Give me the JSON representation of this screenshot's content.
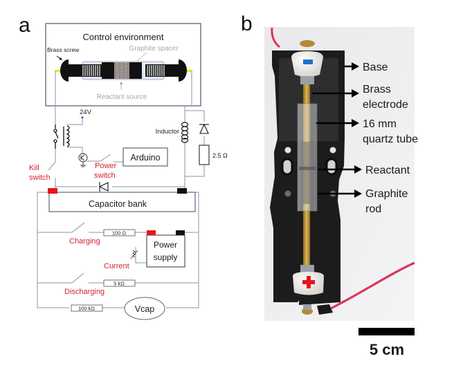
{
  "figure": {
    "panel_a": {
      "letter": "a",
      "control_environment": {
        "title": "Control environment",
        "brass_screw": "Brass screw",
        "graphite_spacer": "Graphite spacer",
        "reactant_source": "Reactant source"
      },
      "circuit": {
        "supply_voltage": "24V",
        "inductor": "Inductor",
        "resistor_diode": "2.5 Ω",
        "arduino": "Arduino",
        "kill_switch_line1": "Kill",
        "kill_switch_line2": "switch",
        "power_switch_line1": "Power",
        "power_switch_line2": "switch",
        "capacitor_bank": "Capacitor bank",
        "charging_resistor": "100 Ω",
        "charging": "Charging",
        "power_supply_line1": "Power",
        "power_supply_line2": "supply",
        "current": "Current",
        "discharging_resistor": "5 kΩ",
        "discharging": "Discharging",
        "vcap_resistor": "100 kΩ",
        "vcap": "Vcap"
      },
      "colors": {
        "positive_terminal": "#e8141c",
        "negative_terminal": "#111111",
        "switch_label": "#d2202f",
        "screw_lead": "#f2e600"
      }
    },
    "panel_b": {
      "letter": "b",
      "annotations": {
        "base": "Base",
        "brass_electrode_line1": "Brass",
        "brass_electrode_line2": "electrode",
        "quartz_tube_line1": "16 mm",
        "quartz_tube_line2": "quartz tube",
        "reactant": "Reactant",
        "graphite_rod_line1": "Graphite",
        "graphite_rod_line2": "rod"
      },
      "scale_bar": "5 cm",
      "colors": {
        "wire": "#d8365a",
        "polarity_mark": "#e8141c",
        "cap_mark": "#1a73c8",
        "brass": "#c79a3c"
      }
    }
  }
}
